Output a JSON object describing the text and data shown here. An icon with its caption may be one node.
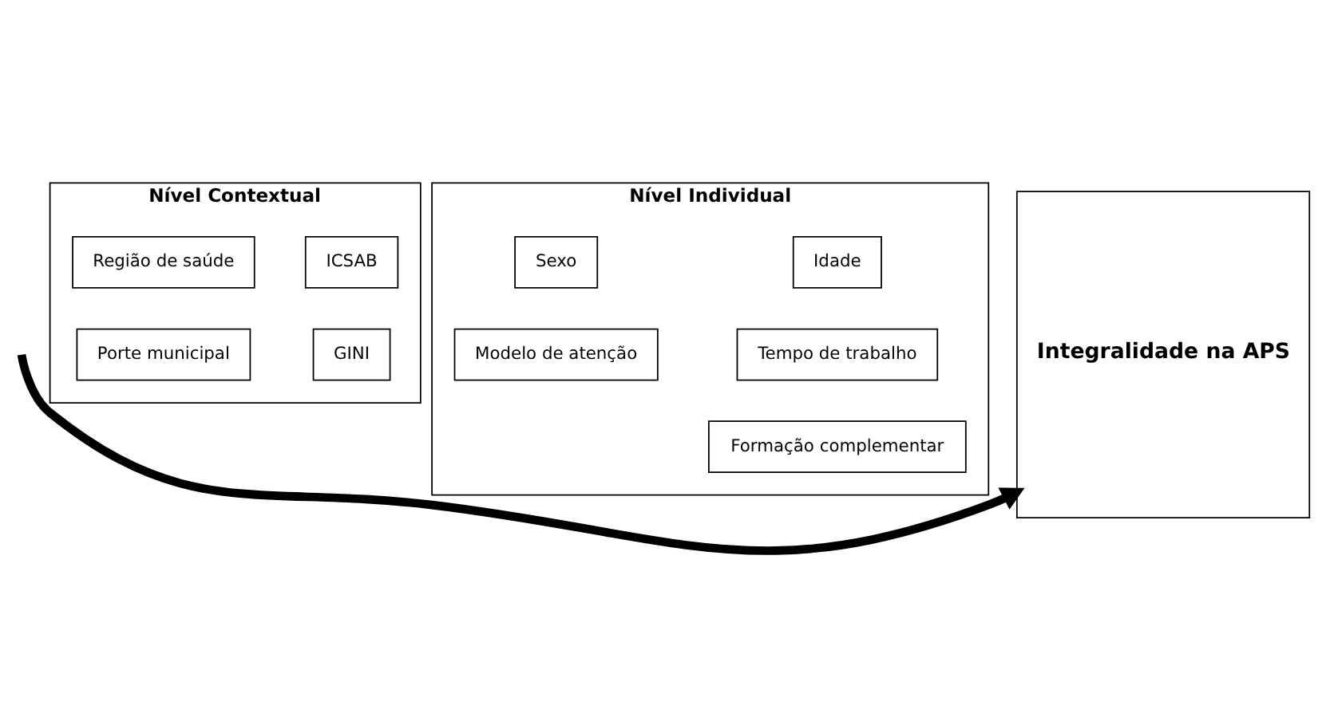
{
  "diagram": {
    "nodes": [
      {
        "text": [
          "Nível Contextual"
        ]
      },
      {
        "text": [
          "Região de saúde"
        ],
        "in": 0
      },
      {
        "text": [
          "ICSAB"
        ],
        "in": 0
      },
      {
        "text": [
          "Porte municipal"
        ],
        "in": 0
      },
      {
        "text": [
          "GINI"
        ],
        "in": 0
      },
      {
        "text": [
          "Nível Individual"
        ]
      },
      {
        "text": [
          "Sexo"
        ],
        "in": 5
      },
      {
        "text": [
          "Idade"
        ],
        "in": 5
      },
      {
        "text": [
          "Modelo de atenção"
        ],
        "in": 5
      },
      {
        "text": [
          "Formação complementar"
        ],
        "in": 5
      },
      {
        "text": [
          "Tempo de trabalho"
        ],
        "in": 5
      },
      {
        "text": [
          "Integralidade na APS"
        ]
      }
    ],
    "edges": [
      {
        "from": null,
        "to": 11,
        "arrow": "to"
      }
    ]
  }
}
